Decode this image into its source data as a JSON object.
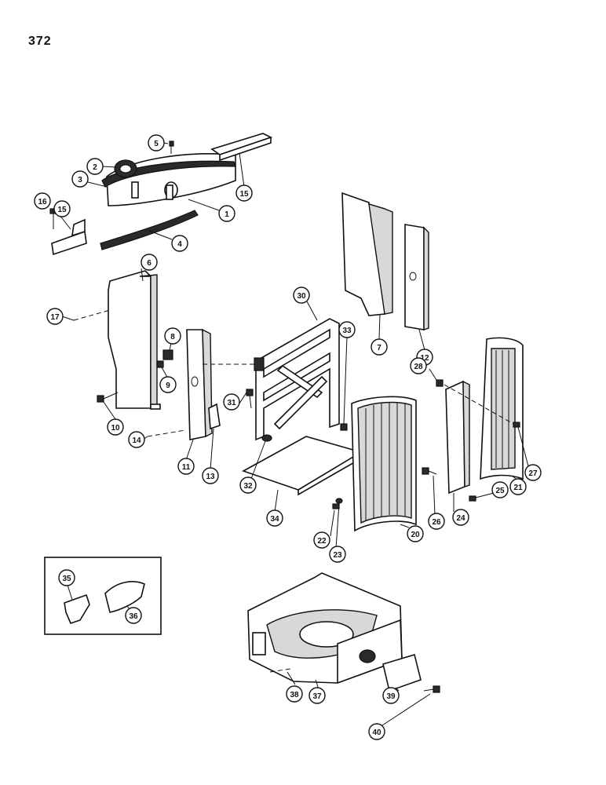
{
  "page": {
    "number": "372"
  },
  "callouts": [
    {
      "id": "c1",
      "label": "1"
    },
    {
      "id": "c2",
      "label": "2"
    },
    {
      "id": "c3",
      "label": "3"
    },
    {
      "id": "c4",
      "label": "4"
    },
    {
      "id": "c5",
      "label": "5"
    },
    {
      "id": "c6",
      "label": "6"
    },
    {
      "id": "c7",
      "label": "7"
    },
    {
      "id": "c8",
      "label": "8"
    },
    {
      "id": "c9",
      "label": "9"
    },
    {
      "id": "c10",
      "label": "10"
    },
    {
      "id": "c11",
      "label": "11"
    },
    {
      "id": "c12",
      "label": "12"
    },
    {
      "id": "c13",
      "label": "13"
    },
    {
      "id": "c14",
      "label": "14"
    },
    {
      "id": "c15a",
      "label": "15"
    },
    {
      "id": "c15b",
      "label": "15"
    },
    {
      "id": "c16",
      "label": "16"
    },
    {
      "id": "c17",
      "label": "17"
    },
    {
      "id": "c20",
      "label": "20"
    },
    {
      "id": "c21",
      "label": "21"
    },
    {
      "id": "c22",
      "label": "22"
    },
    {
      "id": "c23",
      "label": "23"
    },
    {
      "id": "c24",
      "label": "24"
    },
    {
      "id": "c25",
      "label": "25"
    },
    {
      "id": "c26",
      "label": "26"
    },
    {
      "id": "c27",
      "label": "27"
    },
    {
      "id": "c28",
      "label": "28"
    },
    {
      "id": "c30",
      "label": "30"
    },
    {
      "id": "c31",
      "label": "31"
    },
    {
      "id": "c32",
      "label": "32"
    },
    {
      "id": "c33",
      "label": "33"
    },
    {
      "id": "c34",
      "label": "34"
    },
    {
      "id": "c35",
      "label": "35"
    },
    {
      "id": "c36",
      "label": "36"
    },
    {
      "id": "c37",
      "label": "37"
    },
    {
      "id": "c38",
      "label": "38"
    },
    {
      "id": "c39",
      "label": "39"
    },
    {
      "id": "c40",
      "label": "40"
    }
  ]
}
